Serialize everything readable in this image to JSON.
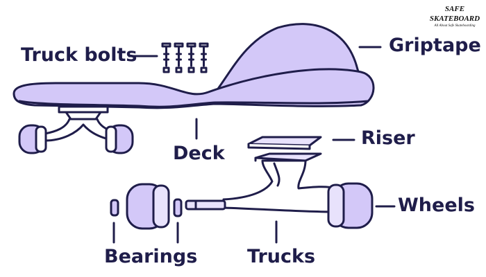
{
  "logo": {
    "line1": "SAFE",
    "line2": "SKATEBOARD",
    "tagline": "All About Safe Skateboarding"
  },
  "labels": {
    "truck_bolts": "Truck bolts",
    "griptape": "Griptape",
    "deck": "Deck",
    "riser": "Riser",
    "wheels": "Wheels",
    "bearings": "Bearings",
    "trucks": "Trucks"
  },
  "colors": {
    "outline": "#1f1d4a",
    "fill": "#d3c8f8",
    "fill_light": "#e8e2fc",
    "background": "#ffffff"
  }
}
